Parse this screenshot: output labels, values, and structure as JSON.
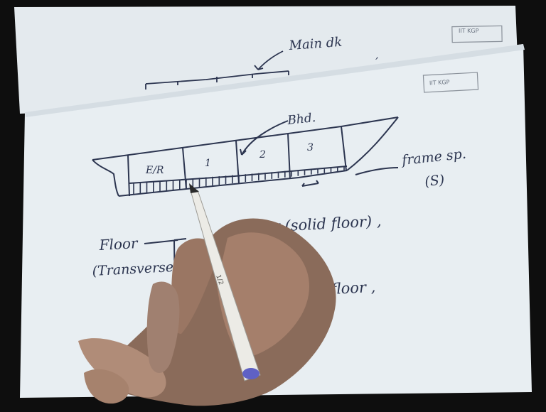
{
  "video_frame": {
    "subject": "Hand-drawn ship cross-section on paper with a hand holding a pen",
    "colors": {
      "paper": "#e8eef2",
      "paper_shadow": "#d5dde3",
      "ink": "#2c3550",
      "background": "#0e0e0e"
    }
  },
  "back_sheet": {
    "stamp": "IIT KGP",
    "sketch": {
      "main_deck_label": "Main dk"
    }
  },
  "front_sheet": {
    "stamp": "IIT KGP",
    "ship_sketch": {
      "compartments": [
        "E/R",
        "1",
        "2",
        "3"
      ],
      "bulkhead_label": "Bhd.",
      "frame_spacing_label": "frame sp.",
      "frame_spacing_symbol": "(S)"
    },
    "notes": {
      "floor_label": "Floor",
      "transverse_label": "(Transverse)",
      "solid_floor_line": "floor (solid floor) ,",
      "line_two": ",",
      "line_three": "floor ,"
    }
  },
  "pen": {
    "marking": "1/2"
  }
}
